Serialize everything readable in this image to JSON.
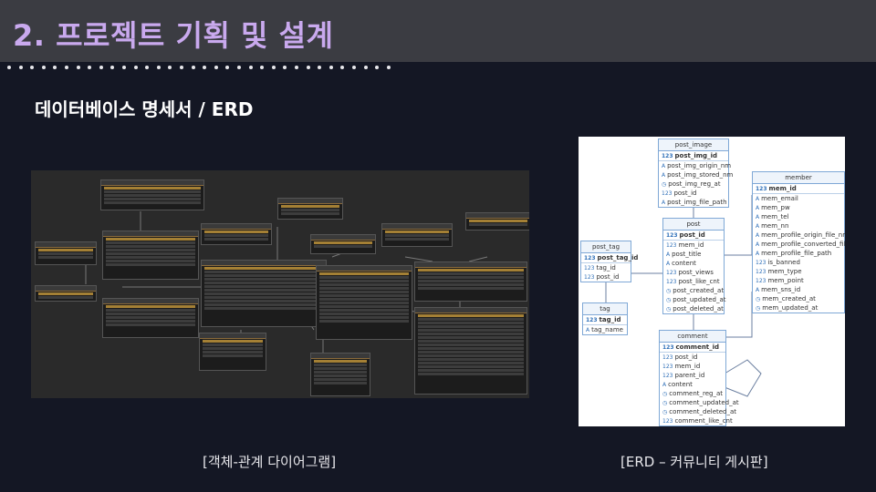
{
  "header": {
    "title": "2. 프로젝트 기획 및 설계"
  },
  "section": {
    "subtitle": "데이터베이스 명세서 / ERD"
  },
  "captions": {
    "left": "[객체-관계 다이어그램]",
    "right": "[ERD – 커뮤니티 게시판]"
  },
  "erd": {
    "tables": {
      "post_image": {
        "name": "post_image",
        "pk": "post_img_id",
        "columns": [
          "post_img_origin_nm",
          "post_img_stored_nm",
          "post_img_reg_at",
          "post_id",
          "post_img_file_path"
        ]
      },
      "post": {
        "name": "post",
        "pk": "post_id",
        "columns": [
          "mem_id",
          "post_title",
          "content",
          "post_views",
          "post_like_cnt",
          "post_created_at",
          "post_updated_at",
          "post_deleted_at"
        ]
      },
      "member": {
        "name": "member",
        "pk": "mem_id",
        "columns": [
          "mem_email",
          "mem_pw",
          "mem_tel",
          "mem_nn",
          "mem_profile_origin_file_nm",
          "mem_profile_converted_file_nm",
          "mem_profile_file_path",
          "is_banned",
          "mem_type",
          "mem_point",
          "mem_sns_id",
          "mem_created_at",
          "mem_updated_at"
        ]
      },
      "post_tag": {
        "name": "post_tag",
        "pk": "post_tag_id",
        "columns": [
          "tag_id",
          "post_id"
        ]
      },
      "tag": {
        "name": "tag",
        "pk": "tag_id",
        "columns": [
          "tag_name"
        ]
      },
      "comment": {
        "name": "comment",
        "pk": "comment_id",
        "columns": [
          "post_id",
          "mem_id",
          "parent_id",
          "content",
          "comment_reg_at",
          "comment_updated_at",
          "comment_deleted_at",
          "comment_like_cnt"
        ]
      }
    }
  },
  "colors": {
    "title": "#c9a9ee",
    "background": "#141724",
    "header_bar": "#3b3c42"
  }
}
